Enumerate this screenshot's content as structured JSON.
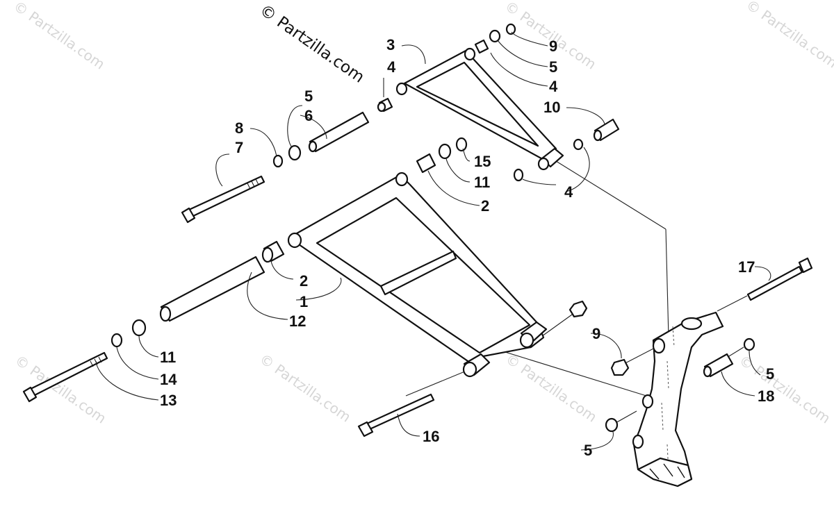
{
  "copyright": "© Partzilla.com",
  "watermark_text": "© Partzilla.com",
  "callouts": {
    "c1": "1",
    "c2a": "2",
    "c2b": "2",
    "c3": "3",
    "c4a": "4",
    "c4b": "4",
    "c4c": "4",
    "c5a": "5",
    "c5b": "5",
    "c5c": "5",
    "c5d": "5",
    "c6": "6",
    "c7": "7",
    "c8": "8",
    "c9a": "9",
    "c9b": "9",
    "c10": "10",
    "c11a": "11",
    "c11b": "11",
    "c12": "12",
    "c13": "13",
    "c14": "14",
    "c15": "15",
    "c16": "16",
    "c17": "17",
    "c18": "18"
  }
}
